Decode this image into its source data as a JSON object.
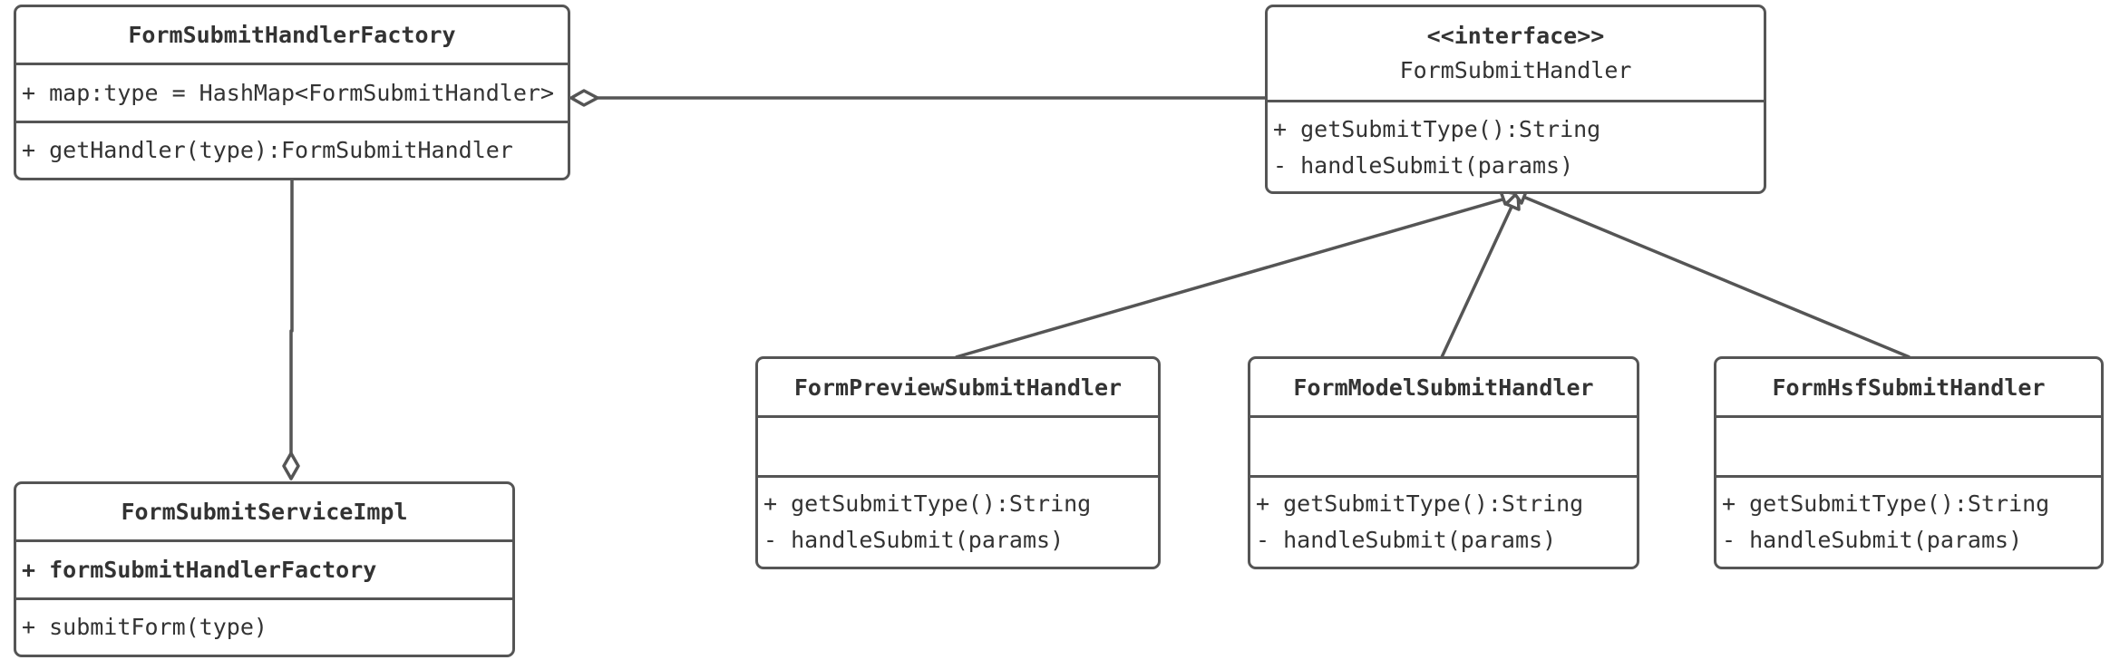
{
  "colors": {
    "stroke": "#555555",
    "text": "#333333",
    "background": "#ffffff"
  },
  "classes": {
    "factory": {
      "name": "FormSubmitHandlerFactory",
      "attributes": [
        "+ map:type = HashMap<FormSubmitHandler>"
      ],
      "operations": [
        "+ getHandler(type):FormSubmitHandler"
      ]
    },
    "iface": {
      "stereotype": "<<interface>>",
      "name": "FormSubmitHandler",
      "operations": [
        "+ getSubmitType():String",
        "- handleSubmit(params)"
      ]
    },
    "service": {
      "name": "FormSubmitServiceImpl",
      "attributes": [
        "+ formSubmitHandlerFactory"
      ],
      "operations": [
        "+ submitForm(type)"
      ]
    },
    "preview": {
      "name": "FormPreviewSubmitHandler",
      "operations": [
        "+ getSubmitType():String",
        "- handleSubmit(params)"
      ]
    },
    "model": {
      "name": "FormModelSubmitHandler",
      "operations": [
        "+ getSubmitType():String",
        "- handleSubmit(params)"
      ]
    },
    "hsf": {
      "name": "FormHsfSubmitHandler",
      "operations": [
        "+ getSubmitType():String",
        "- handleSubmit(params)"
      ]
    }
  },
  "relations": [
    {
      "type": "aggregation",
      "from": "factory",
      "to": "iface"
    },
    {
      "type": "aggregation",
      "from": "service",
      "to": "factory"
    },
    {
      "type": "realization",
      "from": "preview",
      "to": "iface"
    },
    {
      "type": "realization",
      "from": "model",
      "to": "iface"
    },
    {
      "type": "realization",
      "from": "hsf",
      "to": "iface"
    }
  ]
}
